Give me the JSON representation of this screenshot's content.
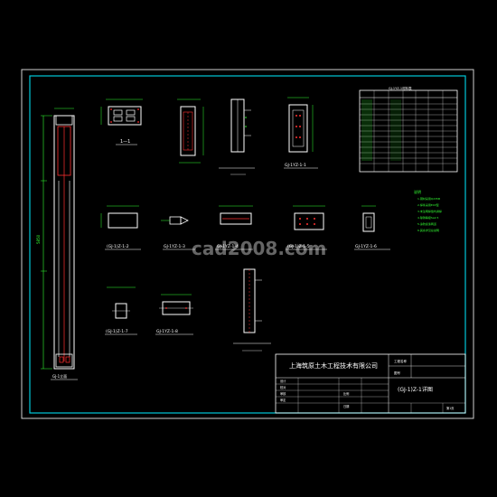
{
  "drawing": {
    "watermark": "cad2008.com",
    "colors": {
      "background": "#000000",
      "outer_frame": "#cfcfcf",
      "inner_frame": "#00c8d8",
      "outline": "#ffffff",
      "rebar": "#ff3030",
      "dimension": "#33ff33",
      "text": "#ffffff"
    },
    "column_elevation": {
      "dimension_text": "5850",
      "caption": "GJ-1立面"
    },
    "sections": [
      {
        "label": "1—1"
      },
      {
        "label": "GJ-1YZ-1-1"
      },
      {
        "label": "(GJ-1)Z-1-2"
      },
      {
        "label": "GJ-1YZ-1-3"
      },
      {
        "label": "GJ-1YZ-1-4"
      },
      {
        "label": "(GJ-1)Z-1-5"
      },
      {
        "label": "GJ-1YZ-1-6"
      },
      {
        "label": "(GJ-1)Z-1-7"
      },
      {
        "label": "GJ-1YZ-1-8"
      }
    ],
    "material_table": {
      "title": "GJ-1YZ-1材料表",
      "rows": 12
    },
    "notes": {
      "title": "说明",
      "items": [
        "1.钢材采用Q235B",
        "2.焊条采用E43型",
        "3.未注明焊缝均满焊",
        "4.除锈等级Sa2.5",
        "5.涂防腐漆两道",
        "6.其余详见总说明"
      ]
    },
    "title_block": {
      "company": "上海筑原土木工程技术有限公司",
      "drawing_name": "(GJ-1)Z-1详图",
      "project_label": "工程名称",
      "sheet_no_label": "图号",
      "scale_label": "比例",
      "date_label": "日期",
      "designer": "设计",
      "checker": "校对",
      "reviewer": "审核",
      "approver": "审定",
      "page": "第1页"
    }
  }
}
